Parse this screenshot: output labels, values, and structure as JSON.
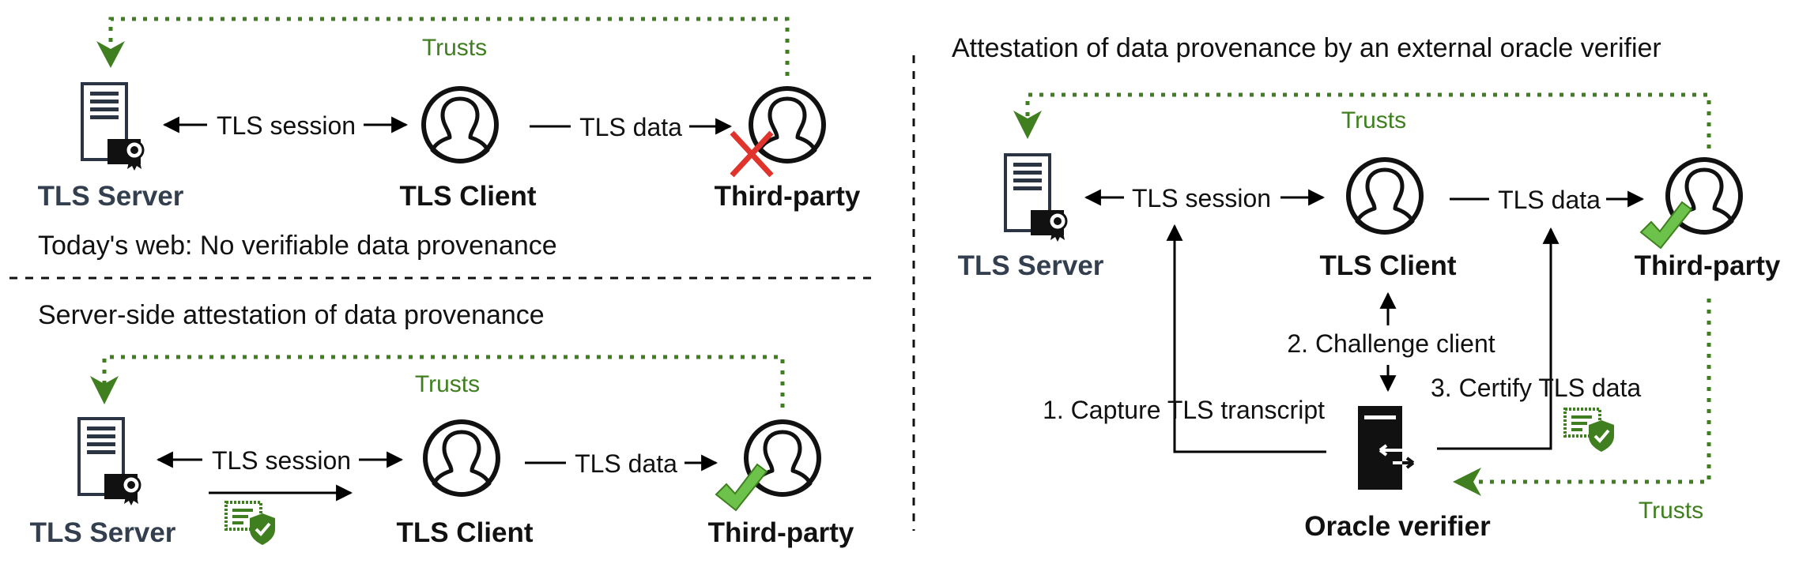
{
  "panel_a": {
    "trusts": "Trusts",
    "tls_session": "TLS session",
    "tls_data": "TLS data",
    "server": "TLS Server",
    "client": "TLS Client",
    "third_party": "Third-party",
    "caption": "Today's web: No verifiable data provenance"
  },
  "panel_b": {
    "title": "Server-side attestation of data provenance",
    "trusts": "Trusts",
    "tls_session": "TLS session",
    "tls_data": "TLS data",
    "server": "TLS Server",
    "client": "TLS Client",
    "third_party": "Third-party"
  },
  "panel_c": {
    "title": "Attestation of data provenance by an external oracle verifier",
    "trusts_top": "Trusts",
    "trusts_bottom": "Trusts",
    "tls_session": "TLS session",
    "tls_data": "TLS data",
    "server": "TLS Server",
    "client": "TLS Client",
    "third_party": "Third-party",
    "step1": "1. Capture TLS transcript",
    "step2": "2. Challenge client",
    "step3": "3. Certify TLS data",
    "oracle": "Oracle verifier"
  },
  "colors": {
    "trust_green": "#3f7f1f",
    "check_green": "#6cc24a",
    "cross_red": "#e0332b",
    "server_text": "#333f4e"
  }
}
